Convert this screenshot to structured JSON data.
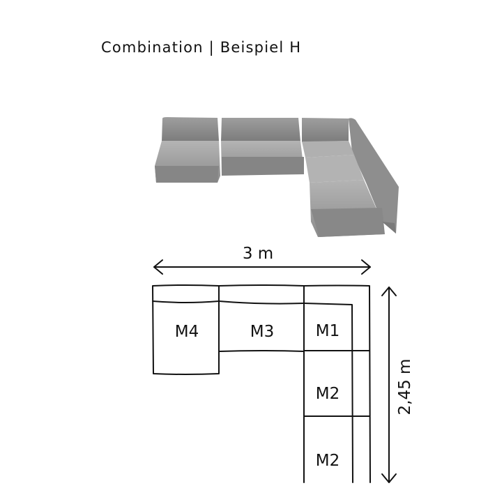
{
  "title": "Combination | Beispiel H",
  "dimensions": {
    "width": "3 m",
    "depth": "2,45 m"
  },
  "modules": [
    {
      "id": "m4",
      "label": "M4"
    },
    {
      "id": "m3",
      "label": "M3"
    },
    {
      "id": "m1",
      "label": "M1"
    },
    {
      "id": "m2a",
      "label": "M2"
    },
    {
      "id": "m2b",
      "label": "M2"
    }
  ],
  "colors": {
    "sofa": "#9a9a9a",
    "line": "#111111"
  }
}
